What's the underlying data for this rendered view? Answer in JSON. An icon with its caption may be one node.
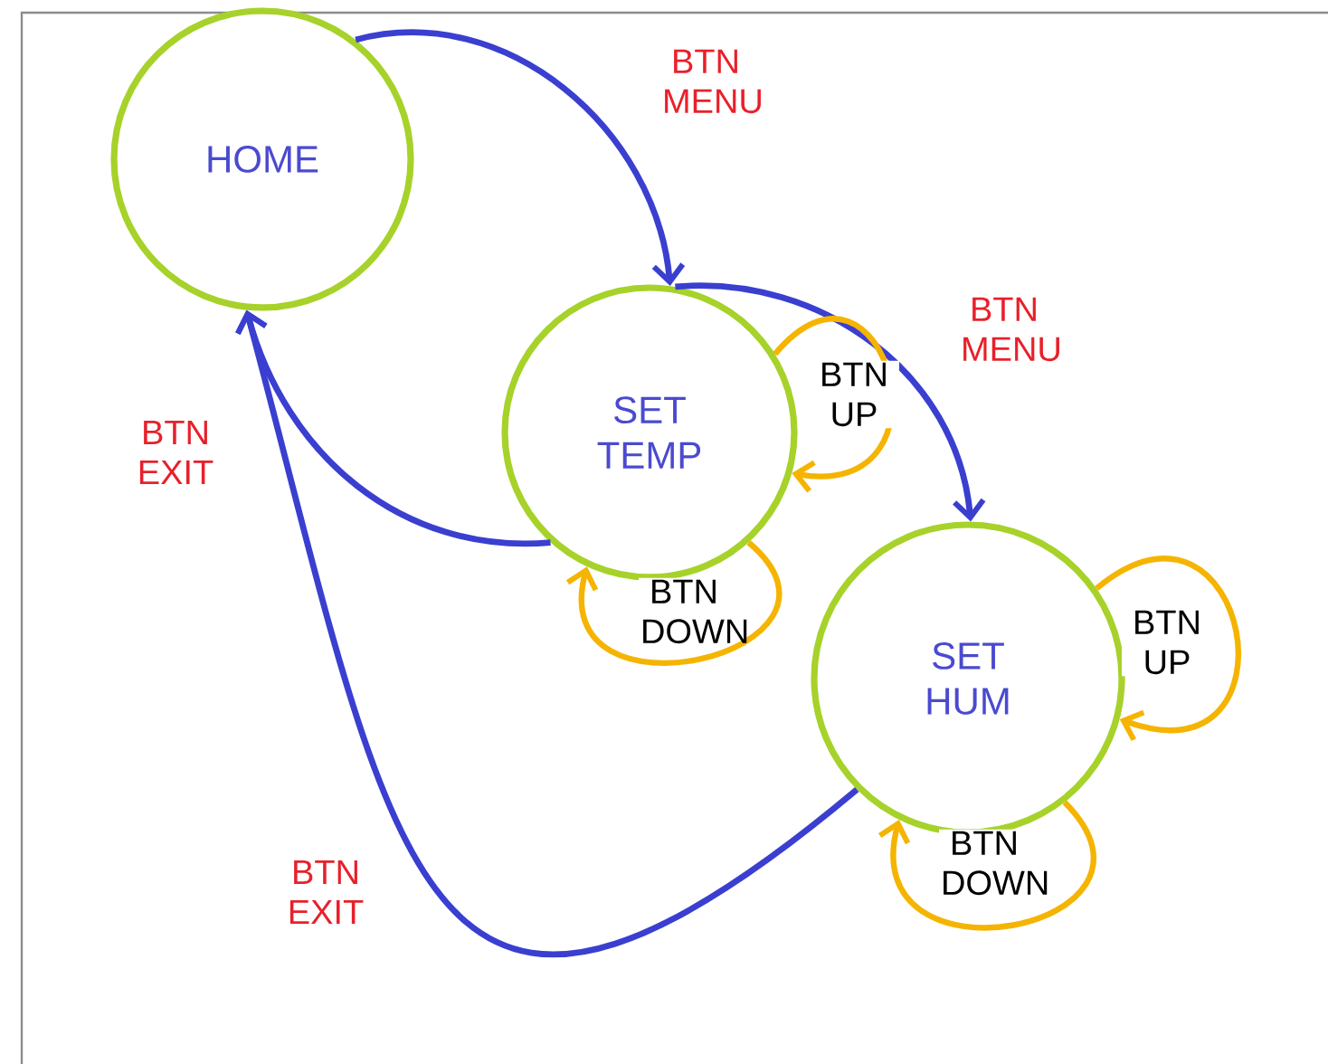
{
  "diagram": {
    "nodes": [
      {
        "text": [
          "HOME"
        ]
      },
      {
        "text": [
          "SET TEMP"
        ]
      },
      {
        "text": [
          "SET HUM"
        ]
      }
    ],
    "edges": [
      {
        "from": 0,
        "to": 1,
        "arrow": "to",
        "label": "BTN MENU"
      },
      {
        "from": 1,
        "to": 2,
        "arrow": "to",
        "label": "BTN MENU"
      },
      {
        "from": 1,
        "to": 0,
        "arrow": "to",
        "label": "BTN EXIT"
      },
      {
        "from": 2,
        "to": 0,
        "arrow": "to",
        "label": "BTN EXIT"
      },
      {
        "from": 1,
        "to": 1,
        "arrow": "to",
        "label": "BTN UP",
        "color": "#f5b400"
      },
      {
        "from": 1,
        "to": 1,
        "arrow": "to",
        "label": "BTN DOWN",
        "color": "#f5b400"
      },
      {
        "from": 2,
        "to": 2,
        "arrow": "to",
        "label": "BTN UP",
        "color": "#f5b400"
      },
      {
        "from": 2,
        "to": 2,
        "arrow": "to",
        "label": "BTN DOWN",
        "color": "#f5b400"
      }
    ]
  }
}
